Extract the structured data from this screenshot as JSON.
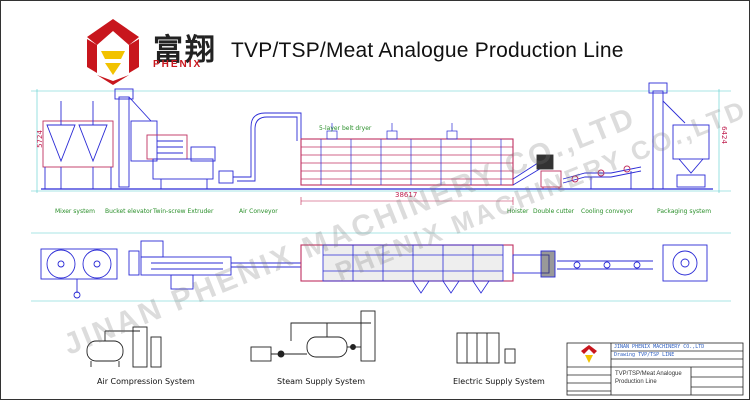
{
  "header": {
    "title": "TVP/TSP/Meat Analogue Production Line",
    "brand_cn": "富翔",
    "brand_en": "PHENIX"
  },
  "elevation": {
    "labels": {
      "mixer": "Mixer system",
      "bucket": "Bucket elevator",
      "extruder": "Twin-screw Extruder",
      "conveyor": "Air Conveyor",
      "belt": "5-layer belt dryer",
      "hoister": "Hoister",
      "cutter": "Double cutter",
      "cooling": "Cooling conveyor",
      "packaging": "Packaging system"
    },
    "dims": {
      "height_left": "5724",
      "height_right": "6424",
      "length": "38617"
    }
  },
  "systems": {
    "air": "Air Compression System",
    "steam": "Steam Supply System",
    "electric": "Electric Supply System"
  },
  "title_block": {
    "row1": "JINAN PHENIX MACHINERY CO.,LTD",
    "row2": "Drawing  TVP/TSP LINE",
    "name_line1": "TVP/TSP/Meat Analogue",
    "name_line2": "Production Line"
  },
  "watermark": {
    "lower": "JINAN PHENIX MACHINERY CO.,LTD",
    "upper": "PHENIX MACHINERY CO.,LTD"
  },
  "colors": {
    "machine": "#2b2bd6",
    "dryer": "#c03060",
    "dim": "#c02050",
    "label": "#2a8f2a",
    "guide": "#55cccc",
    "logo_red": "#c8161d",
    "logo_yellow": "#f2c200"
  }
}
